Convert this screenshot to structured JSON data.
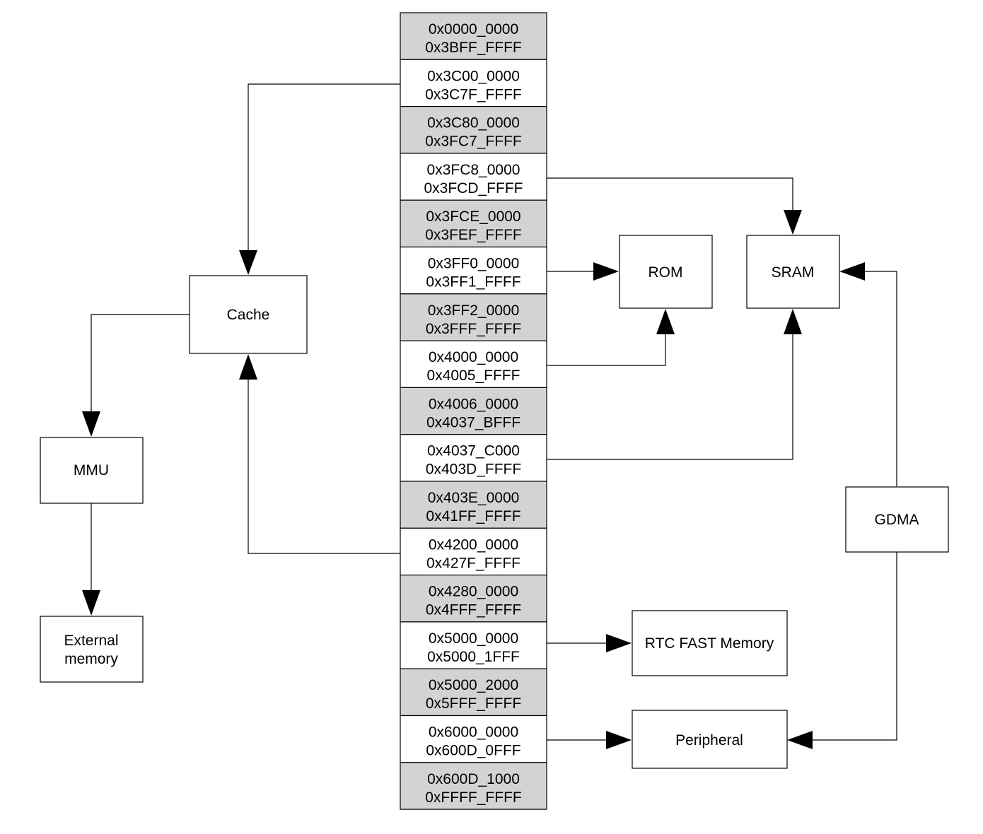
{
  "diagram": {
    "address_map": [
      {
        "start": "0x0000_0000",
        "end": "0x3BFF_FFFF",
        "shade": "#d3d3d3"
      },
      {
        "start": "0x3C00_0000",
        "end": "0x3C7F_FFFF",
        "shade": "#ffffff"
      },
      {
        "start": "0x3C80_0000",
        "end": "0x3FC7_FFFF",
        "shade": "#d3d3d3"
      },
      {
        "start": "0x3FC8_0000",
        "end": "0x3FCD_FFFF",
        "shade": "#ffffff"
      },
      {
        "start": "0x3FCE_0000",
        "end": "0x3FEF_FFFF",
        "shade": "#d3d3d3"
      },
      {
        "start": "0x3FF0_0000",
        "end": "0x3FF1_FFFF",
        "shade": "#ffffff"
      },
      {
        "start": "0x3FF2_0000",
        "end": "0x3FFF_FFFF",
        "shade": "#d3d3d3"
      },
      {
        "start": "0x4000_0000",
        "end": "0x4005_FFFF",
        "shade": "#ffffff"
      },
      {
        "start": "0x4006_0000",
        "end": "0x4037_BFFF",
        "shade": "#d3d3d3"
      },
      {
        "start": "0x4037_C000",
        "end": "0x403D_FFFF",
        "shade": "#ffffff"
      },
      {
        "start": "0x403E_0000",
        "end": "0x41FF_FFFF",
        "shade": "#d3d3d3"
      },
      {
        "start": "0x4200_0000",
        "end": "0x427F_FFFF",
        "shade": "#ffffff"
      },
      {
        "start": "0x4280_0000",
        "end": "0x4FFF_FFFF",
        "shade": "#d3d3d3"
      },
      {
        "start": "0x5000_0000",
        "end": "0x5000_1FFF",
        "shade": "#ffffff"
      },
      {
        "start": "0x5000_2000",
        "end": "0x5FFF_FFFF",
        "shade": "#d3d3d3"
      },
      {
        "start": "0x6000_0000",
        "end": "0x600D_0FFF",
        "shade": "#ffffff"
      },
      {
        "start": "0x600D_1000",
        "end": "0xFFFF_FFFF",
        "shade": "#d3d3d3"
      }
    ],
    "blocks": {
      "cache": {
        "label": "Cache"
      },
      "mmu": {
        "label": "MMU"
      },
      "external_memory": {
        "line1": "External",
        "line2": "memory"
      },
      "rom": {
        "label": "ROM"
      },
      "sram": {
        "label": "SRAM"
      },
      "gdma": {
        "label": "GDMA"
      },
      "rtc_fast_memory": {
        "label": "RTC FAST Memory"
      },
      "peripheral": {
        "label": "Peripheral"
      }
    },
    "colors": {
      "line": "#000000",
      "shaded_cell": "#d3d3d3",
      "cell": "#ffffff"
    }
  }
}
